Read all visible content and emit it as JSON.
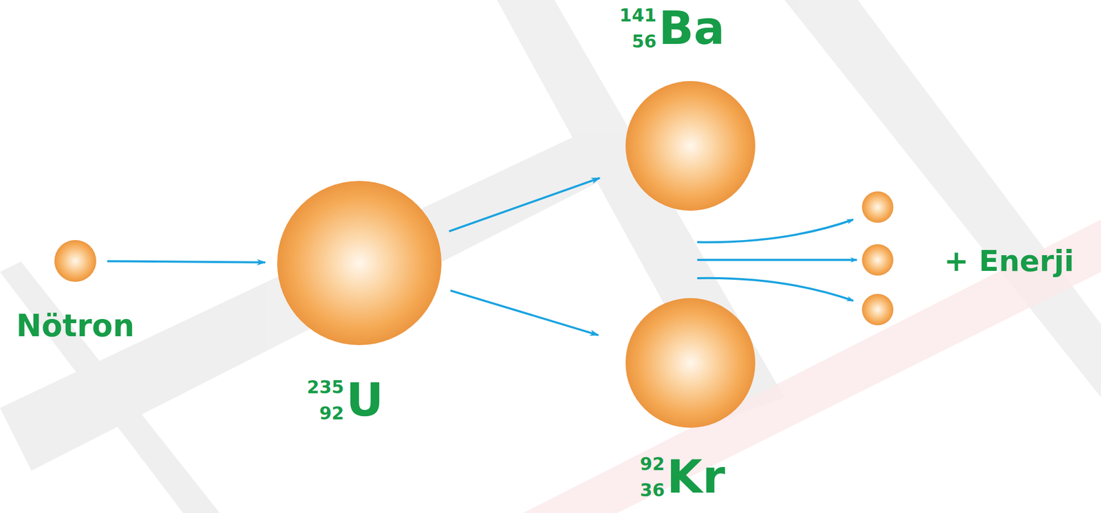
{
  "diagram": {
    "nodes": [
      {
        "text": [
          "Nötron"
        ]
      },
      {
        "text": [
          "235",
          "92",
          "U"
        ]
      },
      {
        "text": [
          "141",
          "56",
          "Ba"
        ]
      },
      {
        "text": [
          "92",
          "36",
          "Kr"
        ]
      }
    ],
    "edges": [
      {
        "from": 0,
        "to": 1,
        "arrow": "to"
      },
      {
        "from": 1,
        "to": 2,
        "arrow": "to"
      },
      {
        "from": 1,
        "to": 3,
        "arrow": "to"
      }
    ],
    "labels": [
      "+ Enerji"
    ]
  }
}
